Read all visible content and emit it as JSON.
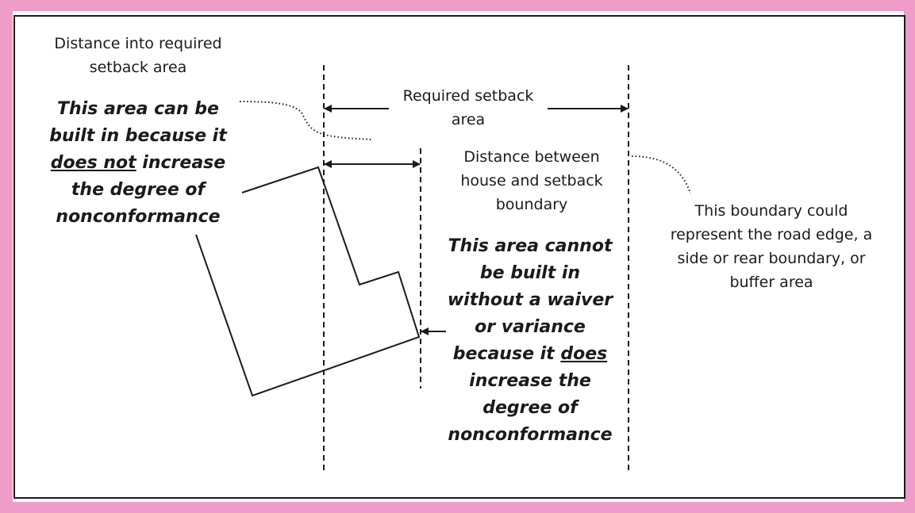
{
  "labels": {
    "distance_into_1": "Distance into required",
    "distance_into_2": "setback area",
    "required_1": "Required setback",
    "required_2": "area",
    "distance_between_1": "Distance between",
    "distance_between_2": "house and setback",
    "distance_between_3": "boundary",
    "boundary_1": "This boundary could",
    "boundary_2": "represent the road edge, a",
    "boundary_3": "side or rear boundary, or",
    "boundary_4": "buffer area"
  },
  "can_build": {
    "line1": "This area can be",
    "line2": "built in because it",
    "line3_u": "does not",
    "line3_rest": " increase",
    "line4": "the degree of",
    "line5": "nonconformance"
  },
  "cannot_build": {
    "line1": "This area cannot",
    "line2": "be built in",
    "line3": "without a waiver",
    "line4": "or variance",
    "line5_pre": "because it ",
    "line5_u": "does",
    "line6": "increase the",
    "line7": "degree of",
    "line8": "nonconformance"
  },
  "colors": {
    "border_pink": "#ef9cc8",
    "line": "#1a1a1a"
  }
}
